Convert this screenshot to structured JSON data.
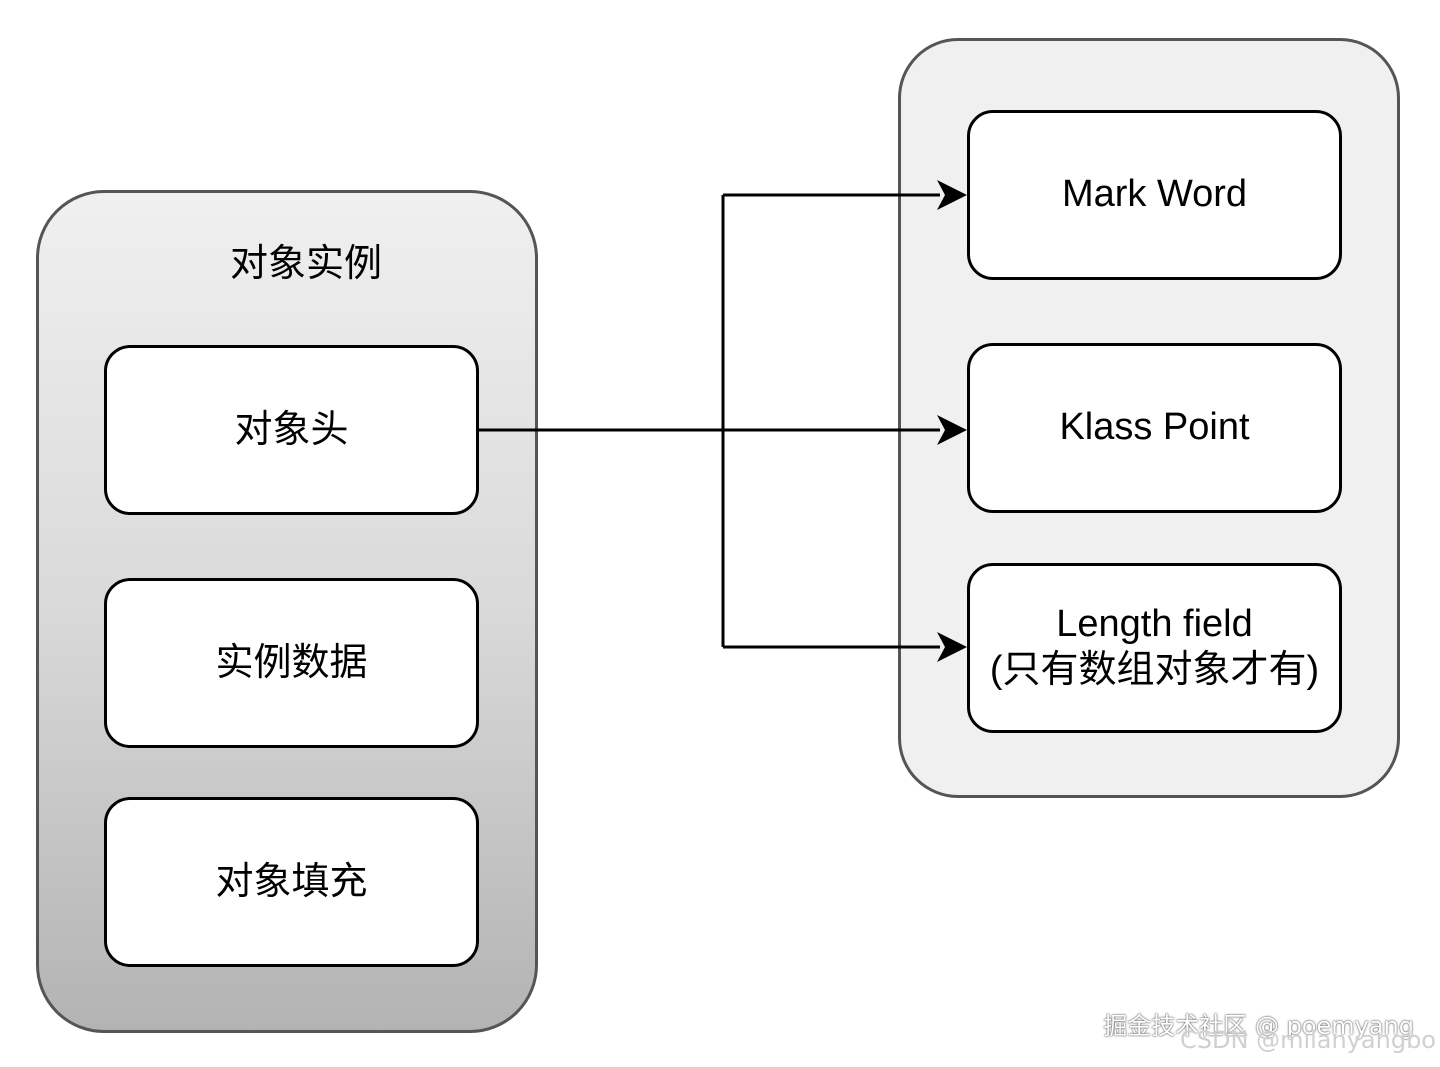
{
  "left_panel": {
    "title": "对象实例",
    "items": [
      "对象头",
      "实例数据",
      "对象填充"
    ]
  },
  "right_panel": {
    "items": [
      {
        "line1": "Mark Word",
        "line2": ""
      },
      {
        "line1": "Klass Point",
        "line2": ""
      },
      {
        "line1": "Length field",
        "line2": "(只有数组对象才有)"
      }
    ]
  },
  "watermarks": {
    "juejin": "掘金技术社区 @ poemyang",
    "csdn": "CSDN @milanyangbo"
  },
  "colors": {
    "container_border": "#555555",
    "right_container_fill": "#f0f0f0",
    "left_gradient_top": "#f0f0f0",
    "left_gradient_bottom": "#b3b3b3",
    "box_fill": "#ffffff",
    "arrow": "#000000"
  }
}
